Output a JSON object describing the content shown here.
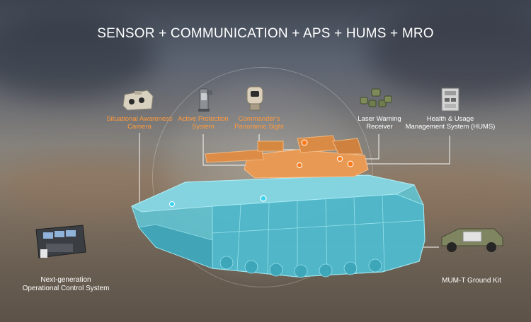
{
  "title": "SENSOR + COMMUNICATION + APS + HUMS + MRO",
  "components": {
    "situational_awareness": {
      "line1": "Situational Awareness",
      "line2": "Camera",
      "color": "#ff9a3c",
      "icon": "camera-module-icon"
    },
    "active_protection": {
      "line1": "Active Protection",
      "line2": "System",
      "color": "#ff9a3c",
      "icon": "aps-launcher-icon"
    },
    "commanders_sight": {
      "line1": "Commander's",
      "line2": "Panoramic Sight",
      "color": "#ff9a3c",
      "icon": "panoramic-sight-icon"
    },
    "laser_warning": {
      "line1": "Laser Warning",
      "line2": "Receiver",
      "color": "#ffffff",
      "icon": "laser-sensor-icon"
    },
    "hums": {
      "line1": "Health & Usage",
      "line2": "Management System (HUMS)",
      "color": "#ffffff",
      "icon": "hums-unit-icon"
    },
    "control_system": {
      "line1": "Next-generation",
      "line2": "Operational Control System",
      "color": "#ffffff",
      "icon": "control-room-icon"
    },
    "mumt": {
      "line1": "MUM-T Ground Kit",
      "color": "#ffffff",
      "icon": "ground-vehicle-icon"
    }
  },
  "colors": {
    "hull": "#5fc6d6",
    "turret": "#e89a55",
    "marker_orange": "#ff7a1a",
    "marker_cyan": "#3fd2ee"
  }
}
